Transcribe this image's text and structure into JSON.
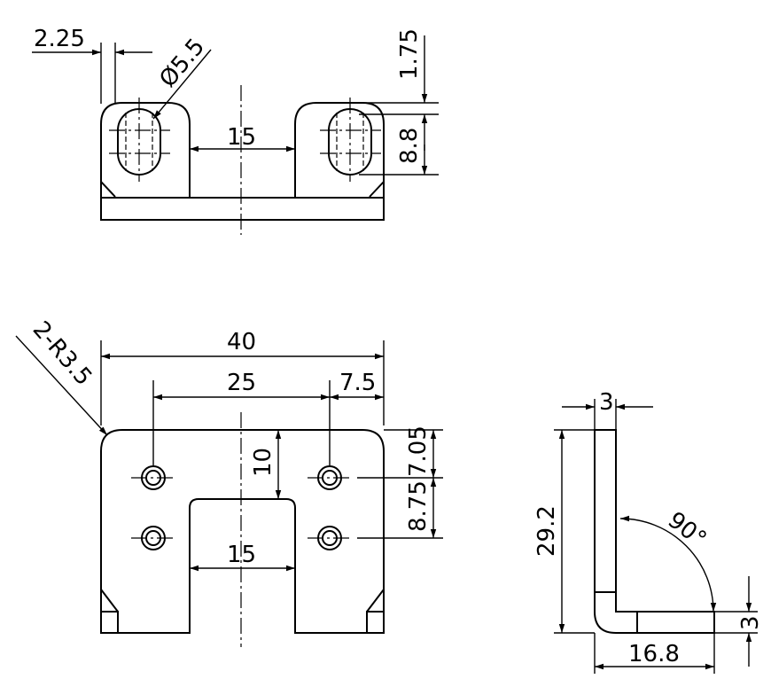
{
  "top_view": {
    "dims": {
      "offset": "2.25",
      "hole_dia": "Ø5.5",
      "inner_gap": "15",
      "edge": "1.75",
      "slot_len": "8.8"
    }
  },
  "front_view": {
    "dims": {
      "corner_radius": "2-R3.5",
      "width": "40",
      "hole_pitch": "25",
      "hole_edge": "7.5",
      "slot_depth": "10",
      "hole_top": "7.05",
      "hole_spacing": "8.75",
      "slot_width": "15"
    }
  },
  "side_view": {
    "dims": {
      "thickness_top": "3",
      "height": "29.2",
      "angle": "90°",
      "thickness_side": "3",
      "base_len": "16.8"
    }
  }
}
